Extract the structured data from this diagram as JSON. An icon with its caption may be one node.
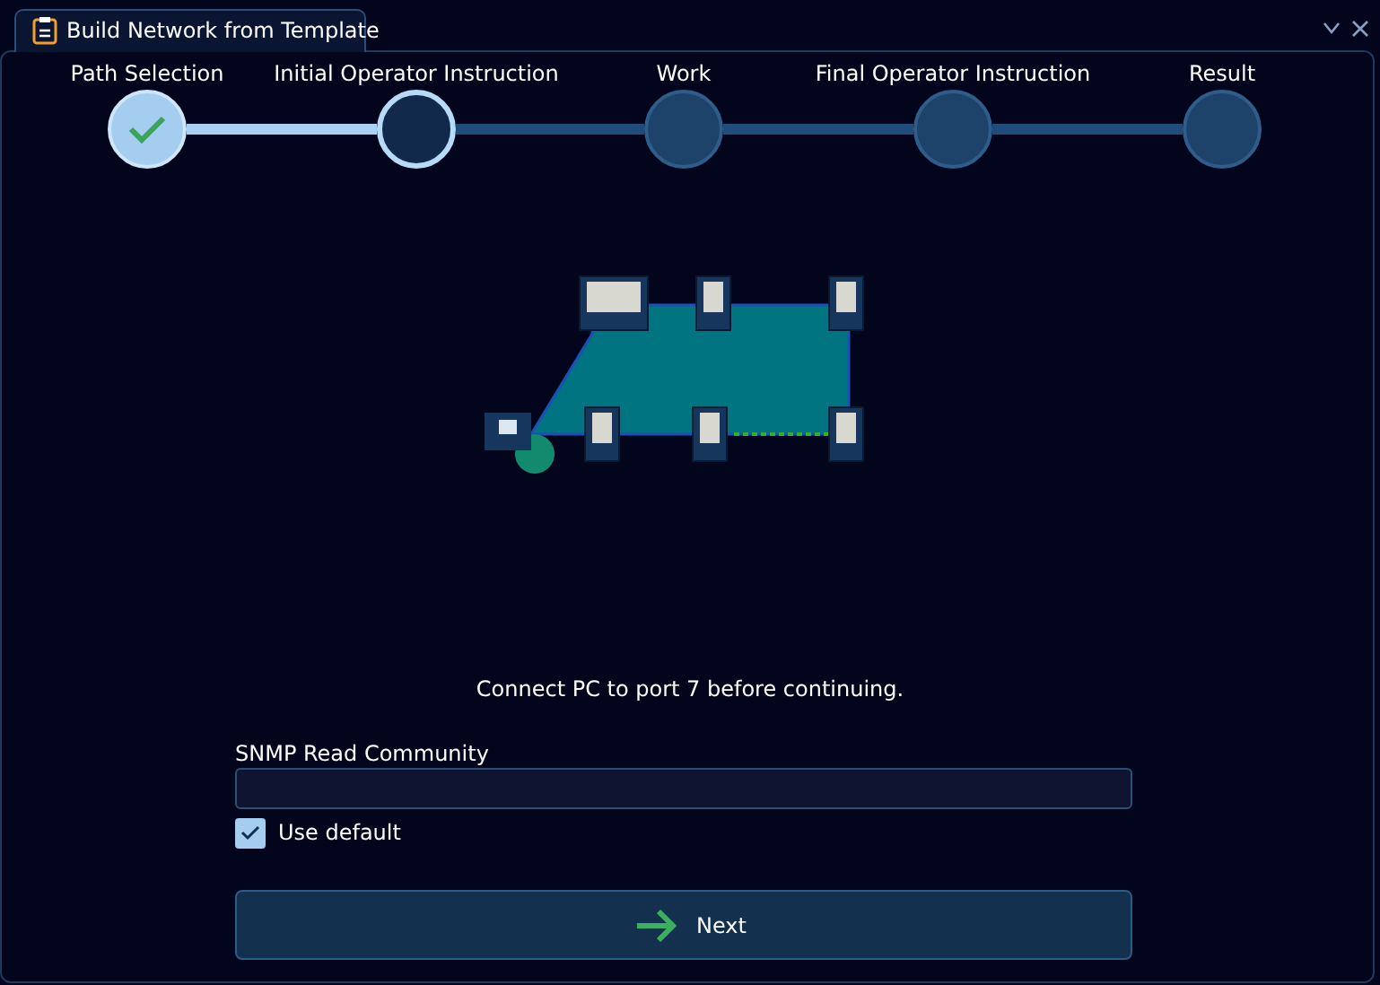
{
  "diagram": {
    "title": "Build Network from Template",
    "nodes": [
      {
        "text": [
          "Path Selection"
        ]
      },
      {
        "text": [
          "Initial Operator Instruction"
        ]
      },
      {
        "text": [
          "Work"
        ]
      },
      {
        "text": [
          "Final Operator Instruction"
        ]
      },
      {
        "text": [
          "Result"
        ]
      }
    ],
    "edges": [
      {
        "from": 0,
        "to": 1,
        "arrow": "none",
        "color": "#a9d1f3"
      },
      {
        "from": 1,
        "to": 2,
        "arrow": "none"
      },
      {
        "from": 2,
        "to": 3,
        "arrow": "none"
      },
      {
        "from": 3,
        "to": 4,
        "arrow": "none"
      }
    ],
    "labels": [
      "Connect PC to port 7 before continuing.",
      "SNMP Read Community",
      "Use default",
      "Next"
    ]
  }
}
